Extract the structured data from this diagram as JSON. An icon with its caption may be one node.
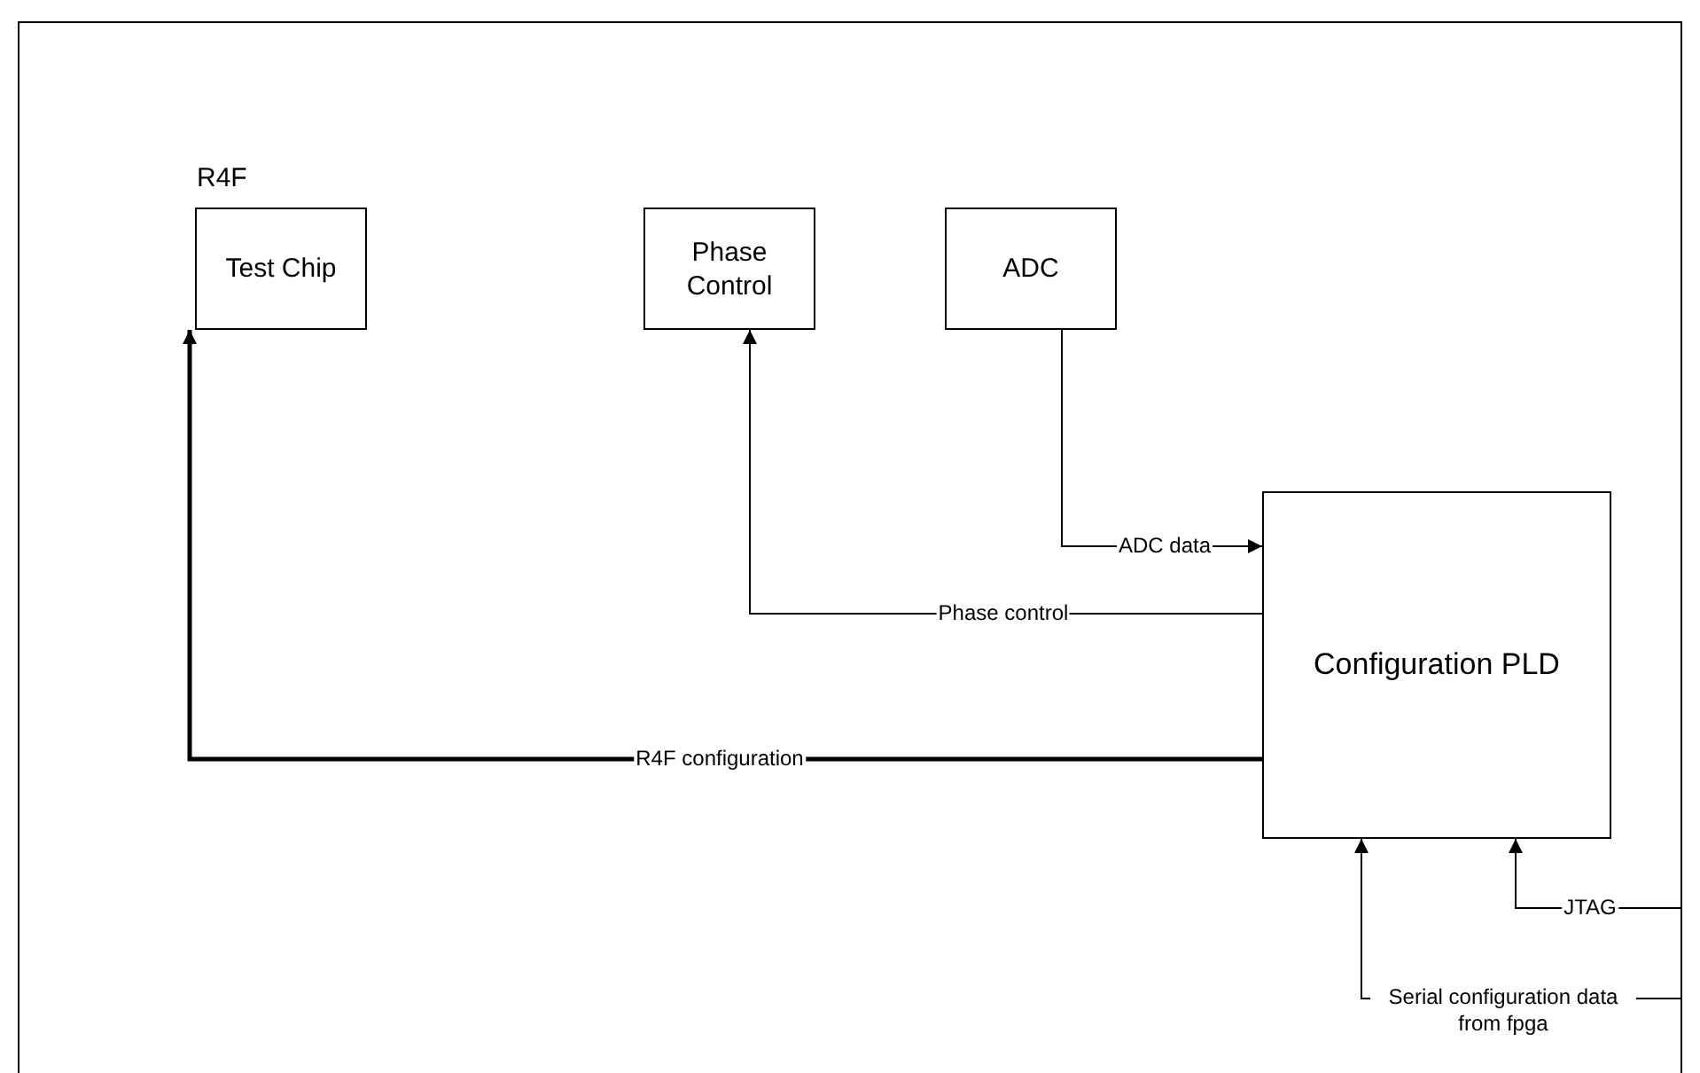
{
  "diagram": {
    "nodes": [
      {
        "text": [
          "Test Chip"
        ],
        "beside": [
          "R4F"
        ]
      },
      {
        "text": [
          "Phase Control"
        ]
      },
      {
        "text": [
          "ADC"
        ]
      },
      {
        "text": [
          "Configuration PLD"
        ]
      }
    ],
    "edges": [
      {
        "from": 3,
        "to": 1,
        "arrow": "to",
        "label": "Phase control"
      },
      {
        "from": 2,
        "to": 3,
        "arrow": "to",
        "label": "ADC data"
      },
      {
        "from": 3,
        "to": 0,
        "arrow": "to",
        "label": "R4F configuration",
        "style": "thick"
      },
      {
        "from": null,
        "to": 3,
        "arrow": "to",
        "label": "Serial configuration data from fpga"
      },
      {
        "from": null,
        "to": 3,
        "arrow": "to",
        "label": "JTAG"
      }
    ]
  }
}
